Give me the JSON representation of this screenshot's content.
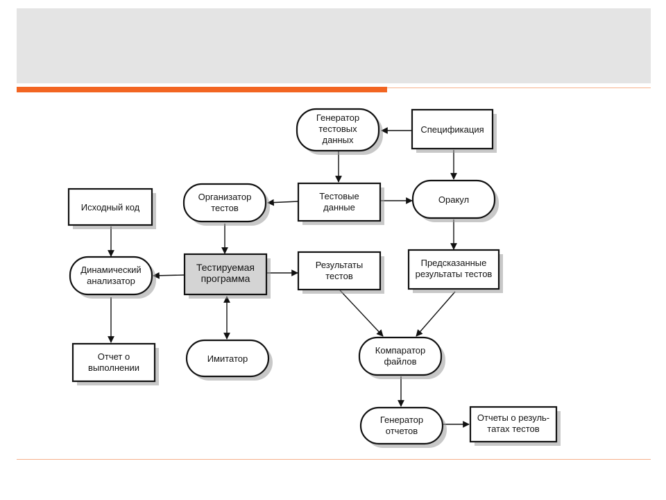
{
  "nodes": {
    "test_data_generator": "Генератор|тестовых|данных",
    "specification": "Спецификация",
    "test_organizer": "Организатор|тестов",
    "test_data": "Тестовые|данные",
    "oracle": "Оракул",
    "source_code": "Исходный код",
    "dynamic_analyzer": "Динамический|анализатор",
    "program_under_test": "Тестируемая|программа",
    "test_results": "Результаты|тестов",
    "predicted_results": "Предсказанные|результаты тестов",
    "execution_report": "Отчет о|выполнении",
    "simulator": "Имитатор",
    "file_comparator": "Компаратор|файлов",
    "report_generator": "Генератор|отчетов",
    "test_result_reports": "Отчеты о резуль-|татах тестов"
  },
  "colors": {
    "accent": "#f26522",
    "title_band": "#e4e4e4",
    "highlight_node": "#d4d4d4"
  }
}
